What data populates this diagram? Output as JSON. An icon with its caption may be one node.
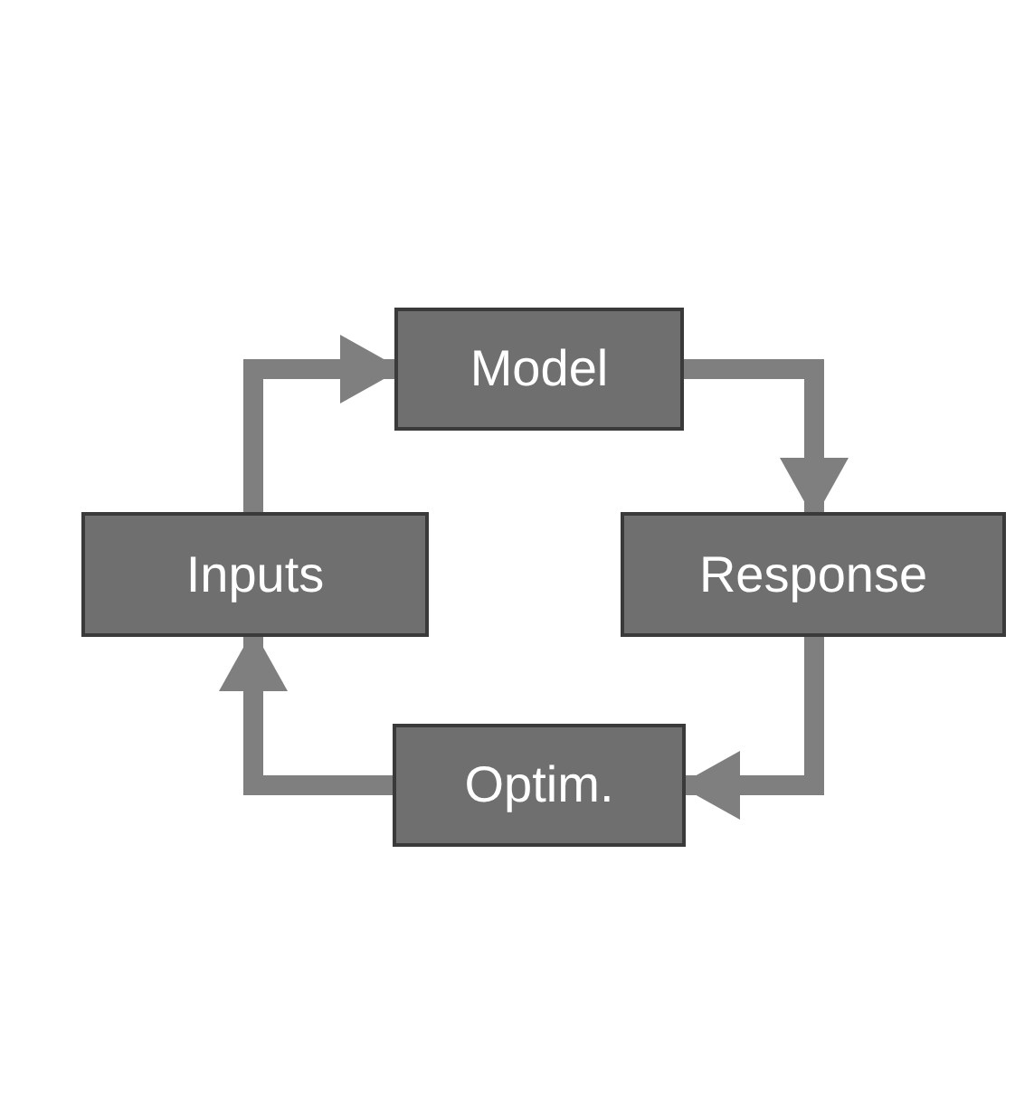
{
  "diagram": {
    "nodes": [
      {
        "text": [
          "Model"
        ]
      },
      {
        "text": [
          "Inputs"
        ]
      },
      {
        "text": [
          "Response"
        ]
      },
      {
        "text": [
          "Optim."
        ]
      }
    ],
    "edges": [
      {
        "from": 1,
        "to": 0,
        "arrow": "to"
      },
      {
        "from": 0,
        "to": 2,
        "arrow": "to"
      },
      {
        "from": 2,
        "to": 3,
        "arrow": "to"
      },
      {
        "from": 3,
        "to": 1,
        "arrow": "to"
      }
    ]
  }
}
